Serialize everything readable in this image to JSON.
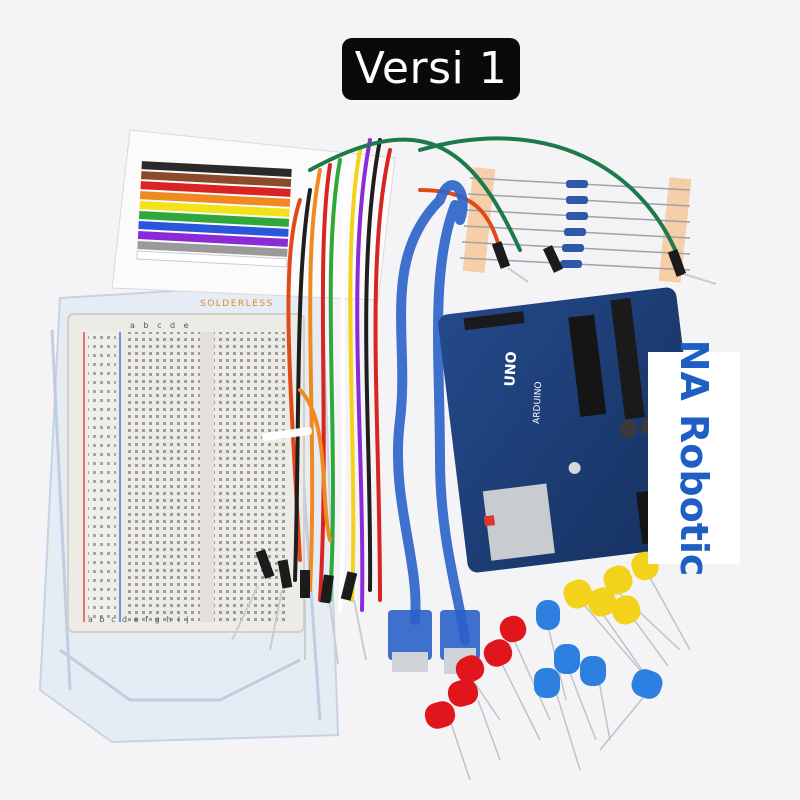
{
  "title_badge": {
    "text": "Versi 1"
  },
  "side_label": {
    "text": "NA Robotic"
  },
  "breadboard": {
    "brand": "SOLDERLESS",
    "column_letters": "a b c d e",
    "column_letters_bottom": "a b c d e   f g h i j"
  },
  "arduino": {
    "board_name": "UNO",
    "brand": "ARDUINO"
  },
  "colors": {
    "background": "#f4f4f6",
    "badge": "#0a0a0a",
    "label_text": "#1f5fc4",
    "board": "#1e3f7a",
    "breadboard": "#ecebe6",
    "usb_cable": "#2b62c9",
    "led_red": "#e0161c",
    "led_blue": "#2d7fe0",
    "led_yellow": "#f2d21a"
  }
}
